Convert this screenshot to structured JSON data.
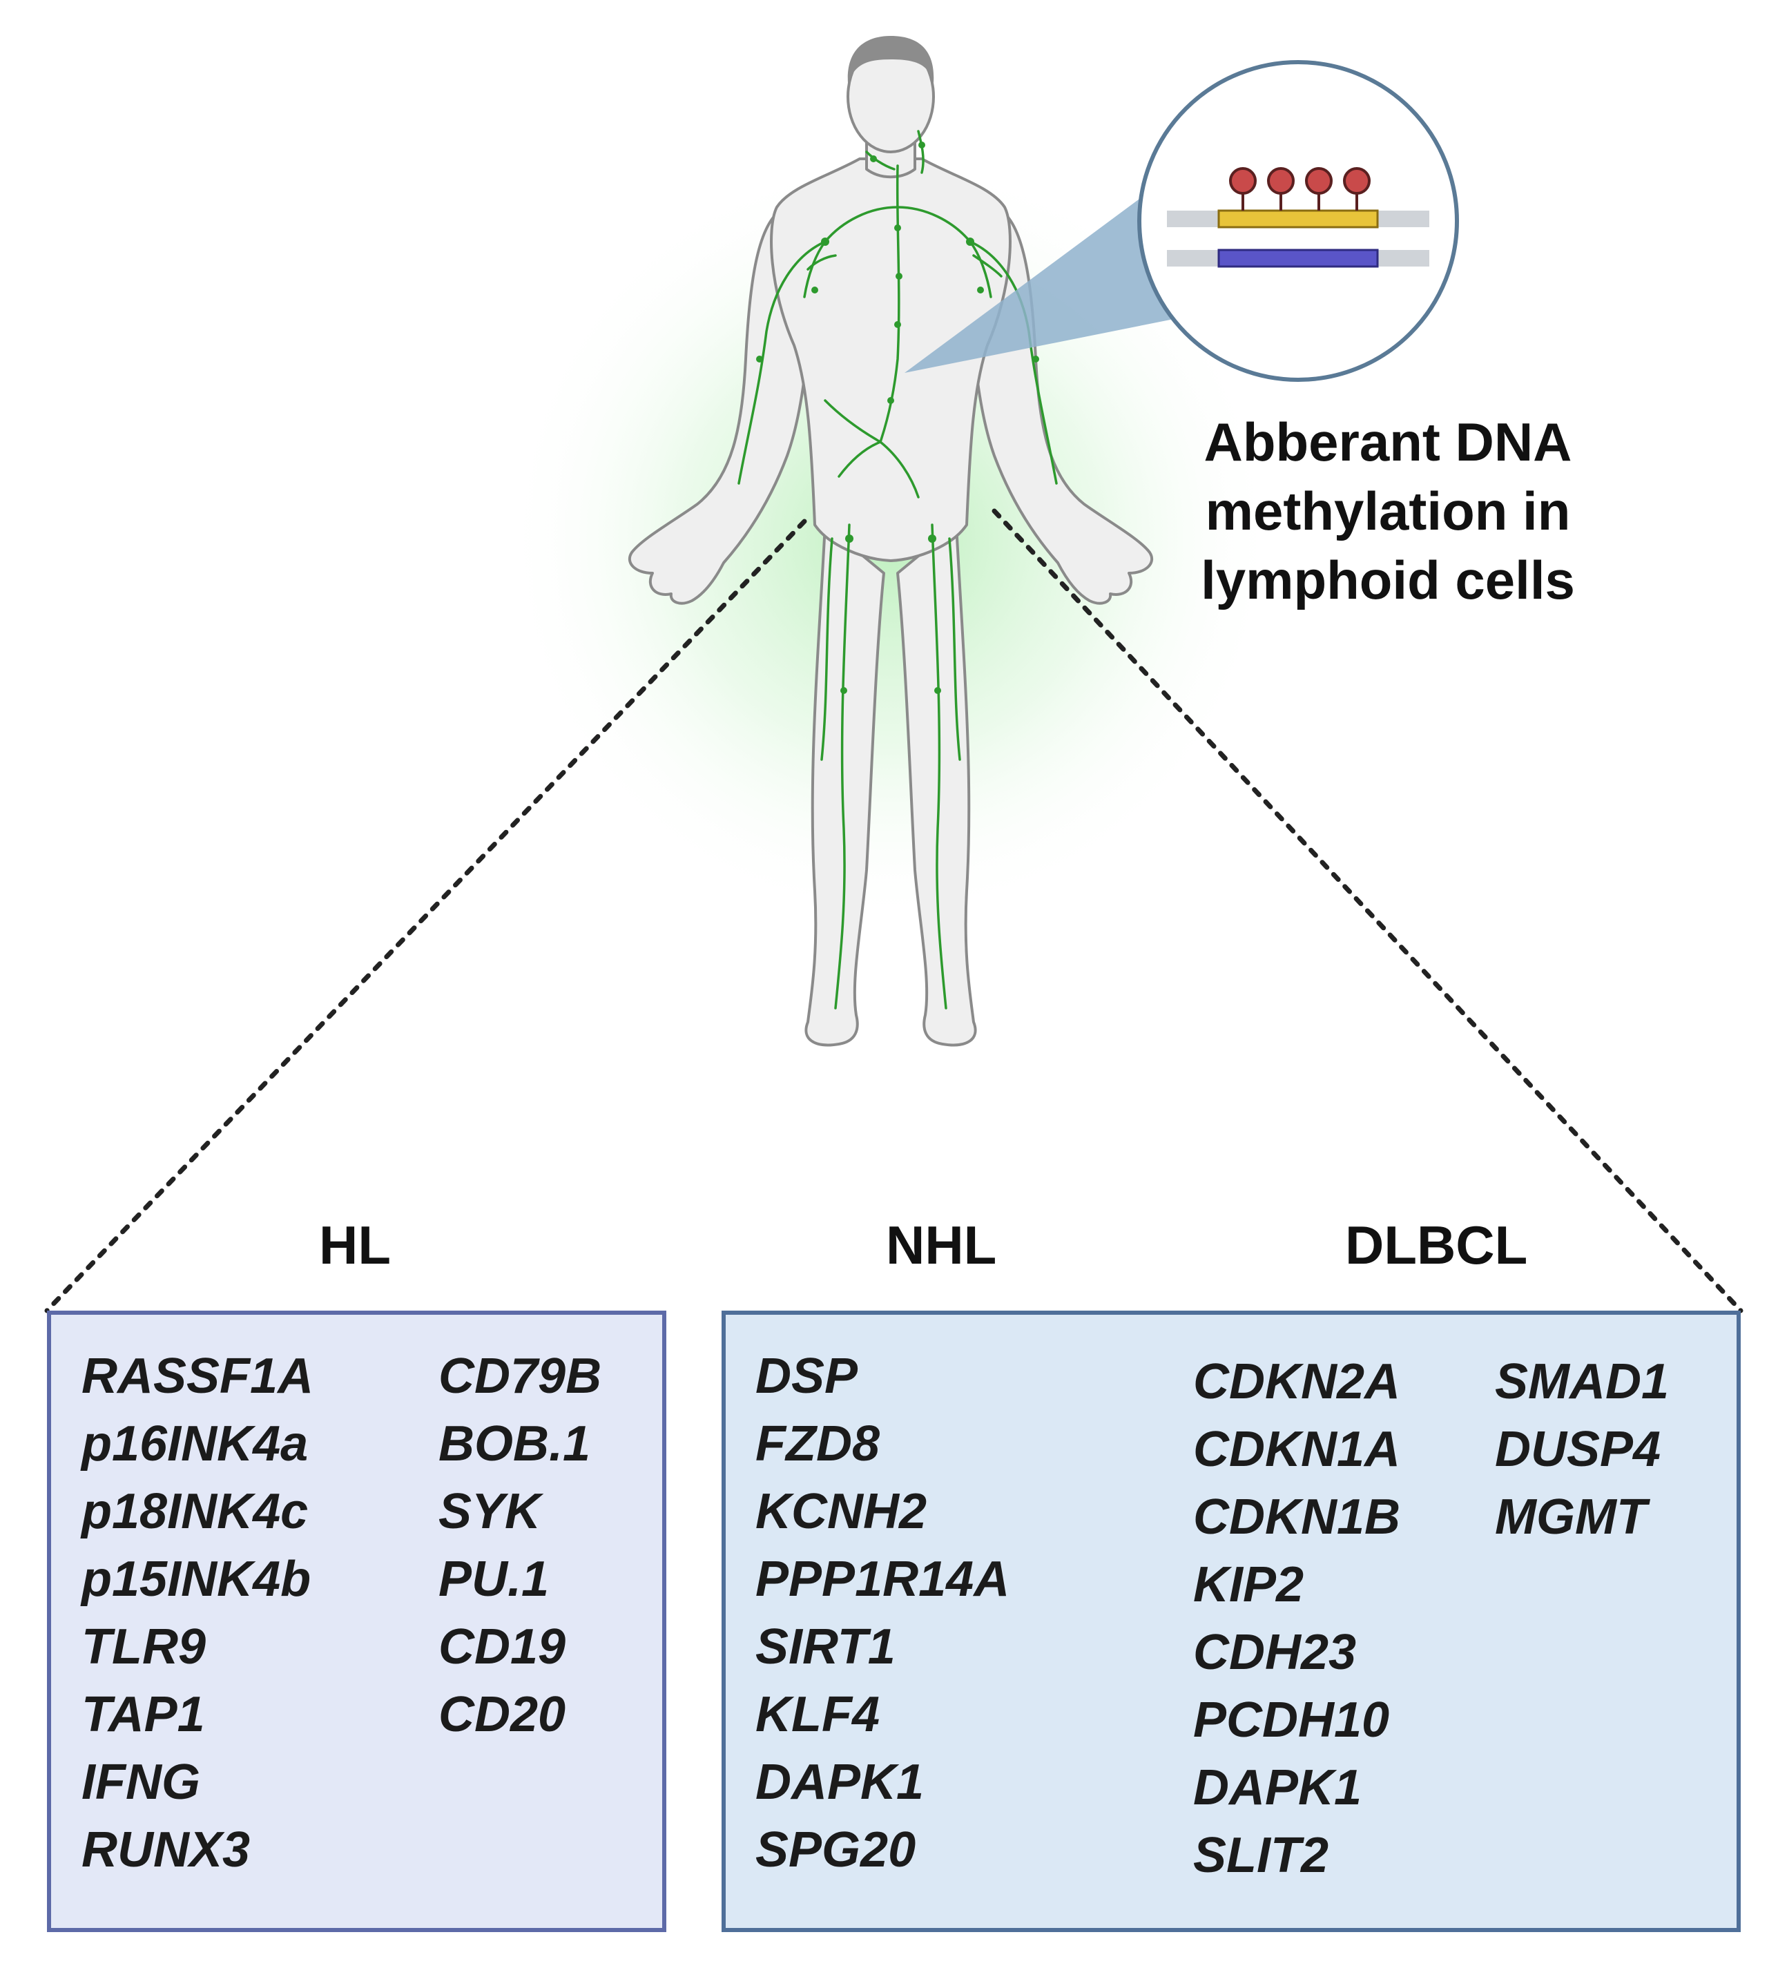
{
  "caption": [
    "Abberant DNA",
    "methylation in",
    "lymphoid cells"
  ],
  "colors": {
    "lymph": "#2d9a2d",
    "glow": "#8fe38f",
    "body_fill": "#efefef",
    "body_stroke": "#8a8a8a",
    "magnifier": "#8fb1cc",
    "dna_strand_top": "#e8c43a",
    "dna_strand_bottom": "#5a55c8",
    "methyl_group": "#c94a4a",
    "hl_box_fill": "#e3e8f7",
    "nhl_box_fill": "#dbe8f5"
  },
  "icons": [
    "human-body-lymphatic-system",
    "dna-methylation-magnifier"
  ],
  "groups": {
    "hl": {
      "title": "HL",
      "col1": [
        "RASSF1A",
        "p16INK4a",
        "p18INK4c",
        "p15INK4b",
        "TLR9",
        "TAP1",
        "IFNG",
        "RUNX3"
      ],
      "col2": [
        "CD79B",
        "BOB.1",
        "SYK",
        "PU.1",
        "CD19",
        "CD20"
      ]
    },
    "nhl": {
      "title": "NHL",
      "genes": [
        "DSP",
        "FZD8",
        "KCNH2",
        "PPP1R14A",
        "SIRT1",
        "KLF4",
        "DAPK1",
        "SPG20"
      ]
    },
    "dlbcl": {
      "title": "DLBCL",
      "col1": [
        "CDKN2A",
        "CDKN1A",
        "CDKN1B",
        "KIP2",
        "CDH23",
        "PCDH10",
        "DAPK1",
        "SLIT2"
      ],
      "col2": [
        "SMAD1",
        "DUSP4",
        "MGMT"
      ]
    }
  }
}
